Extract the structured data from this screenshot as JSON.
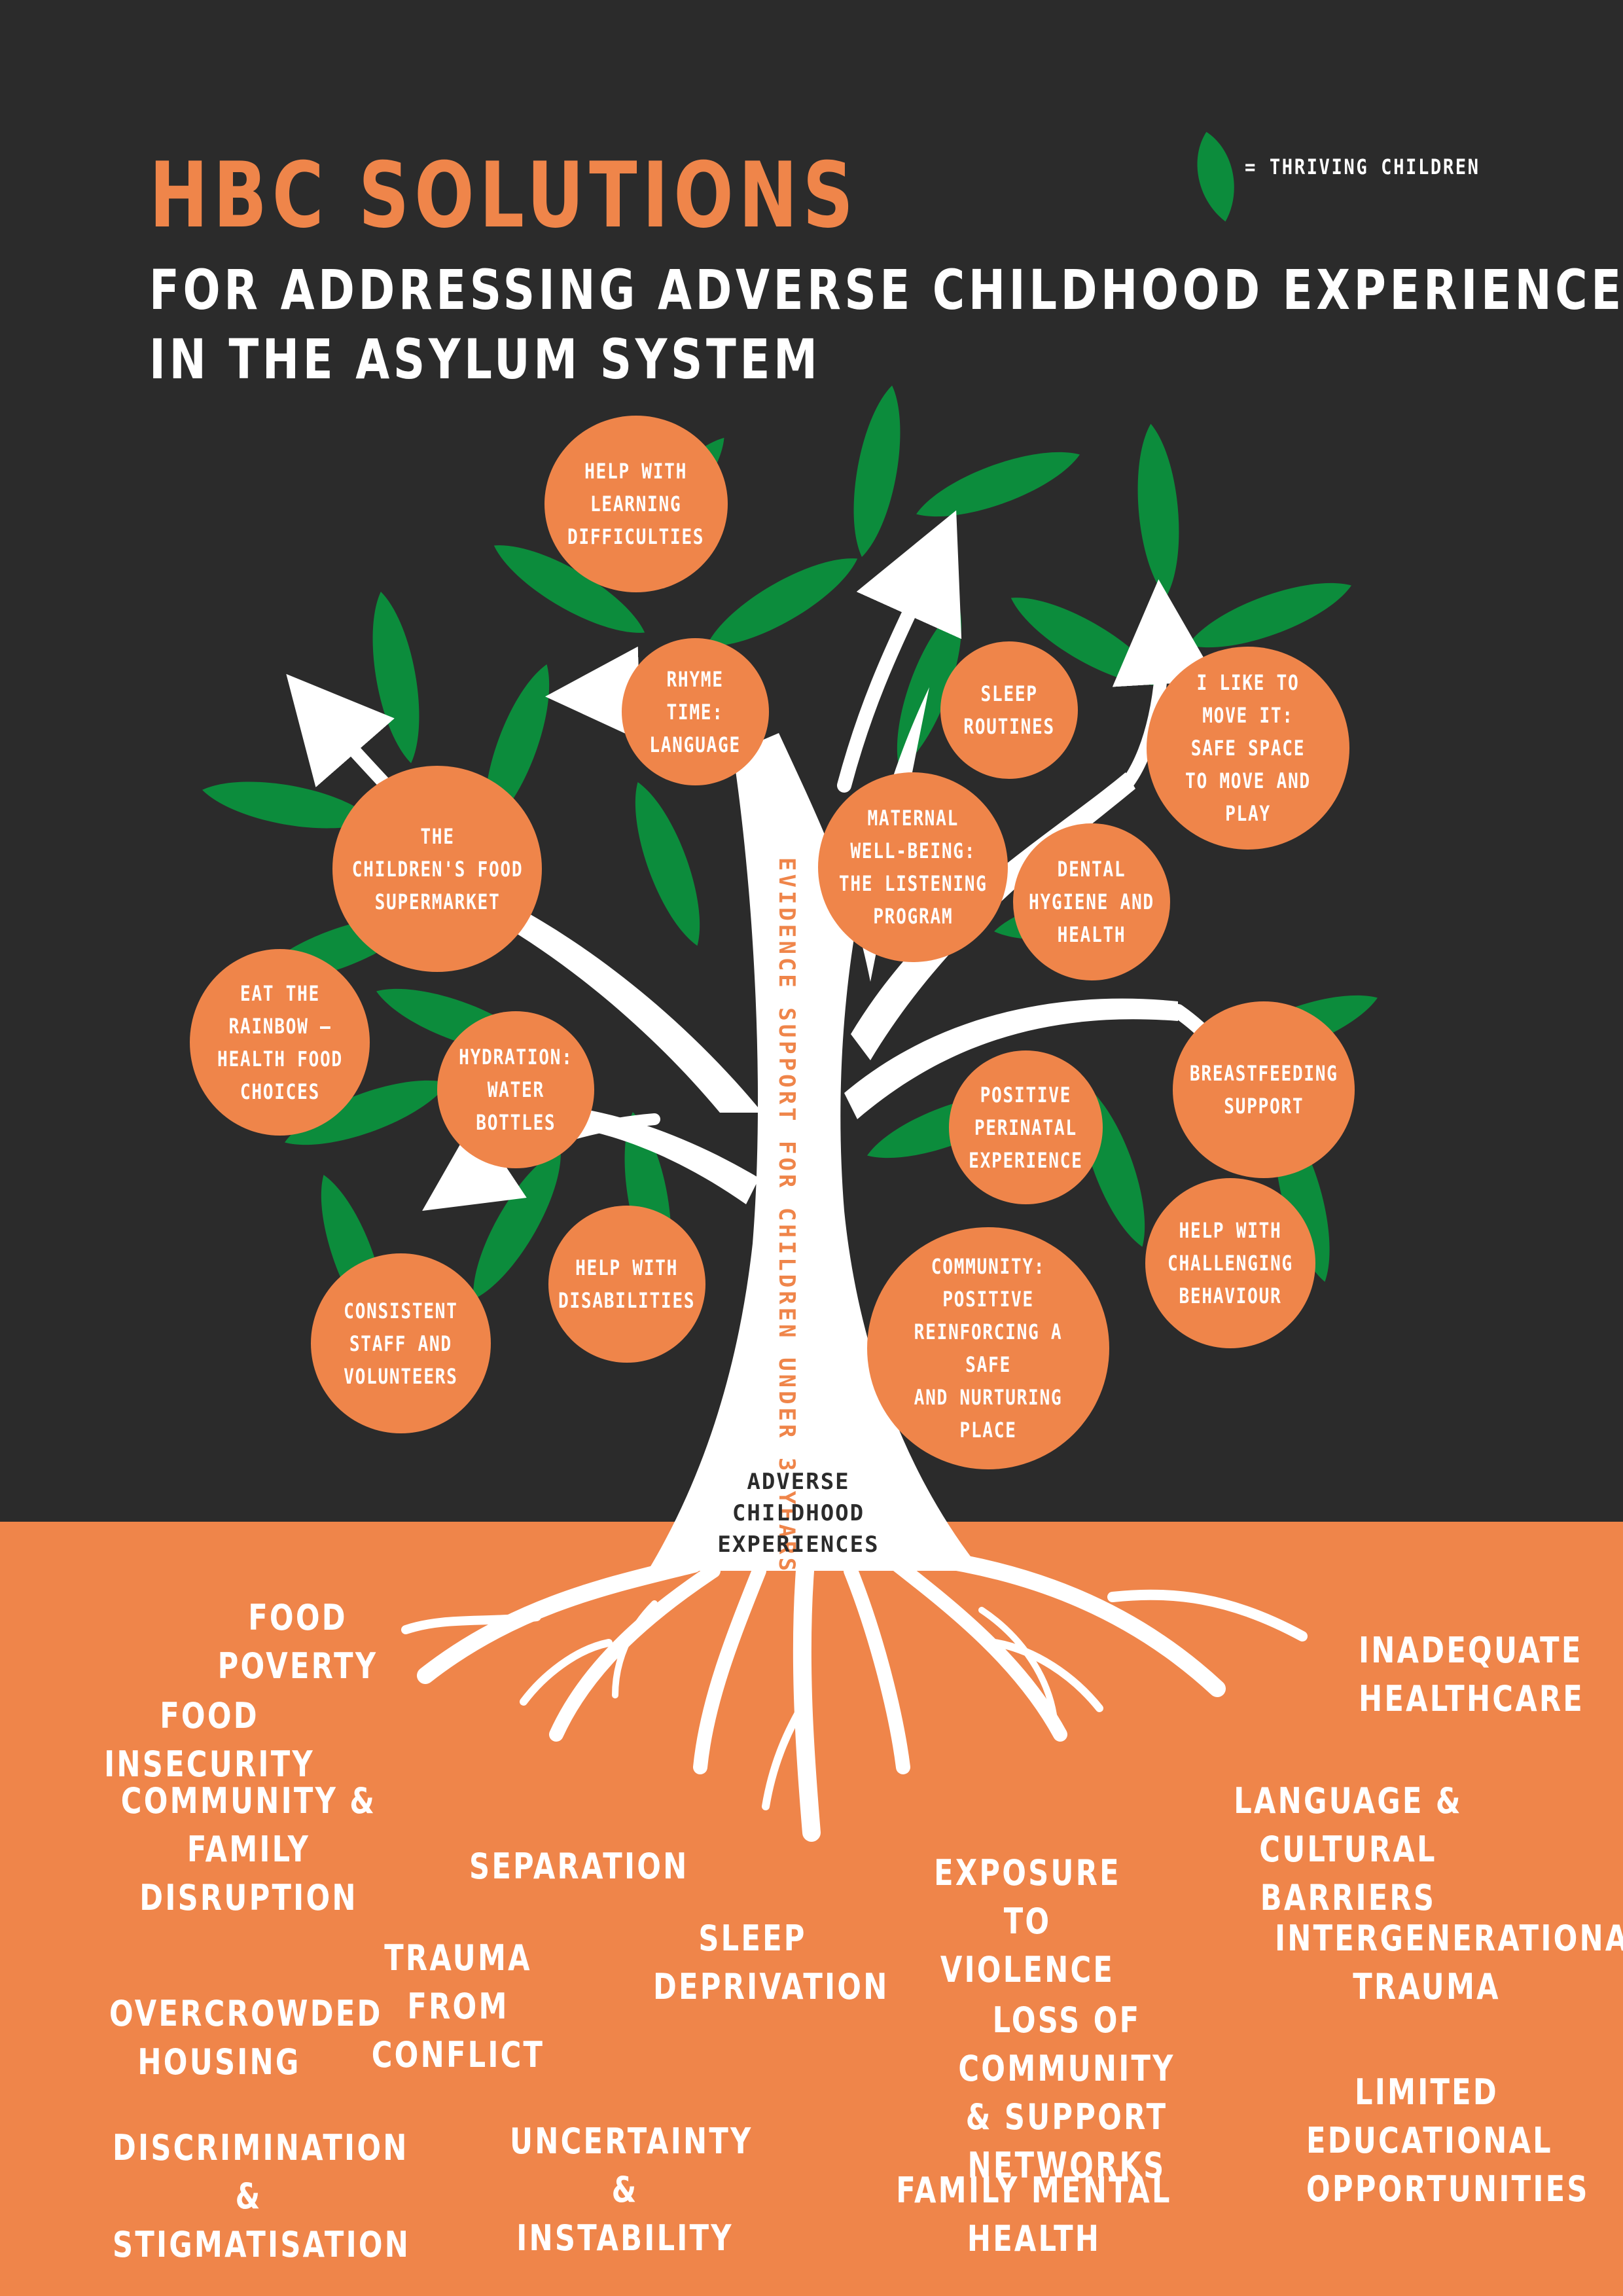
{
  "header": {
    "title": "HBC SOLUTIONS",
    "subtitle_line1": "FOR ADDRESSING ADVERSE CHILDHOOD EXPERIENCES",
    "subtitle_line2": "IN THE ASYLUM SYSTEM"
  },
  "legend": {
    "text": "= THRIVING CHILDREN",
    "icon": "leaf-icon"
  },
  "colors": {
    "background_dark": "#2b2b2b",
    "accent_orange": "#ef854a",
    "leaf_green": "#0c8c3c",
    "tree_white": "#ffffff"
  },
  "fruits": [
    {
      "id": "learning",
      "label": "HELP WITH\nLEARNING\nDIFFICULTIES"
    },
    {
      "id": "rhyme",
      "label": "RHYME\nTIME:\nLANGUAGE"
    },
    {
      "id": "sleep-routines",
      "label": "SLEEP\nROUTINES"
    },
    {
      "id": "move",
      "label": "I LIKE TO\nMOVE IT:\nSAFE SPACE\nTO MOVE AND\nPLAY"
    },
    {
      "id": "food-supermarket",
      "label": "THE\nCHILDREN'S FOOD\nSUPERMARKET"
    },
    {
      "id": "maternal",
      "label": "MATERNAL\nWELL-BEING:\nTHE LISTENING\nPROGRAM"
    },
    {
      "id": "dental",
      "label": "DENTAL\nHYGIENE AND\nHEALTH"
    },
    {
      "id": "rainbow",
      "label": "EAT THE\nRAINBOW –\nHEALTH FOOD\nCHOICES"
    },
    {
      "id": "hydration",
      "label": "HYDRATION:\nWATER\nBOTTLES"
    },
    {
      "id": "breastfeeding",
      "label": "BREASTFEEDING\nSUPPORT"
    },
    {
      "id": "perinatal",
      "label": "POSITIVE\nPERINATAL\nEXPERIENCE"
    },
    {
      "id": "behaviour",
      "label": "HELP WITH\nCHALLENGING\nBEHAVIOUR"
    },
    {
      "id": "disabilities",
      "label": "HELP WITH\nDISABILITIES"
    },
    {
      "id": "staff",
      "label": "CONSISTENT\nSTAFF AND\nVOLUNTEERS"
    },
    {
      "id": "community",
      "label": "COMMUNITY:\nPOSITIVE\nREINFORCING A SAFE\nAND NURTURING\nPLACE"
    }
  ],
  "trunk_label": "EVIDENCE SUPPORT FOR CHILDREN UNDER 3 YEARS",
  "roots_label": "ADVERSE\nCHILDHOOD\nEXPERIENCES",
  "roots": [
    {
      "id": "food-poverty",
      "label": "FOOD POVERTY"
    },
    {
      "id": "food-insecurity",
      "label": "FOOD INSECURITY"
    },
    {
      "id": "community-disruption",
      "label": "COMMUNITY &\nFAMILY DISRUPTION"
    },
    {
      "id": "separation",
      "label": "SEPARATION"
    },
    {
      "id": "trauma-conflict",
      "label": "TRAUMA FROM\nCONFLICT"
    },
    {
      "id": "sleep-deprivation",
      "label": "SLEEP\nDEPRIVATION"
    },
    {
      "id": "overcrowded",
      "label": "OVERCROWDED\nHOUSING"
    },
    {
      "id": "discrimination",
      "label": "DISCRIMINATION &\nSTIGMATISATION"
    },
    {
      "id": "uncertainty",
      "label": "UNCERTAINTY &\nINSTABILITY"
    },
    {
      "id": "violence",
      "label": "EXPOSURE TO\nVIOLENCE"
    },
    {
      "id": "loss-community",
      "label": "LOSS OF COMMUNITY\n& SUPPORT NETWORKS"
    },
    {
      "id": "family-mental",
      "label": "FAMILY MENTAL HEALTH"
    },
    {
      "id": "healthcare",
      "label": "INADEQUATE\nHEALTHCARE"
    },
    {
      "id": "language",
      "label": "LANGUAGE &\nCULTURAL BARRIERS"
    },
    {
      "id": "intergenerational",
      "label": "INTERGENERATIONAL\nTRAUMA"
    },
    {
      "id": "education",
      "label": "LIMITED\nEDUCATIONAL\nOPPORTUNITIES"
    }
  ]
}
